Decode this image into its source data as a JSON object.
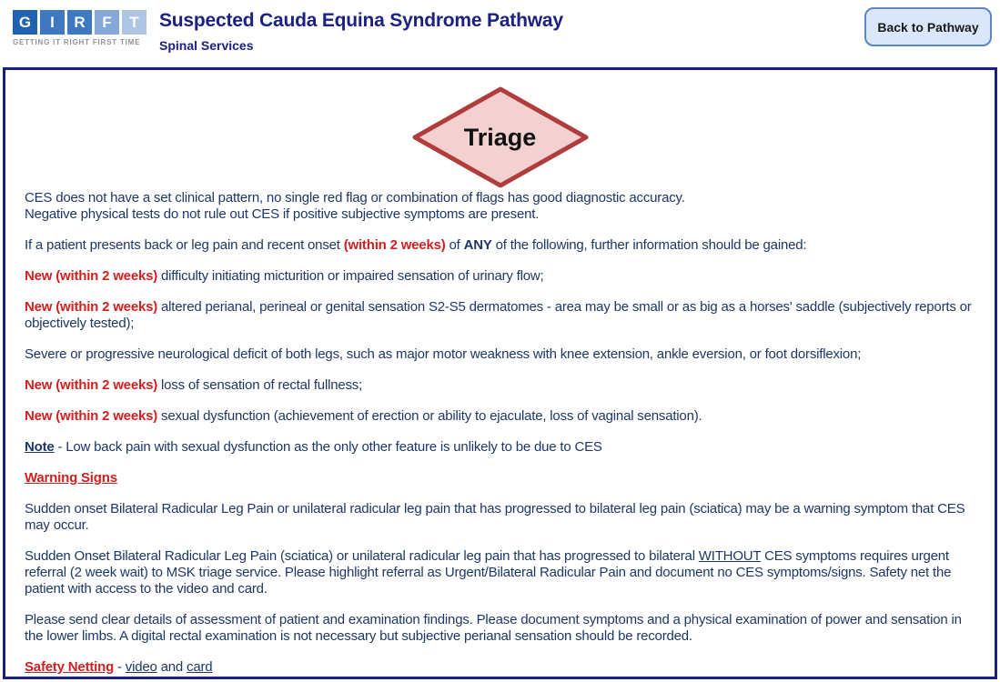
{
  "header": {
    "logo": {
      "letters": [
        "G",
        "I",
        "R",
        "F",
        "T"
      ],
      "letter_colors": [
        "#1e62b0",
        "#3f77c0",
        "#3f77c0",
        "#85a8d8",
        "#aec6e4"
      ],
      "tagline": "GETTING IT RIGHT FIRST TIME"
    },
    "title": "Suspected Cauda Equina Syndrome Pathway",
    "subtitle": "Spinal Services",
    "back_button_label": "Back to Pathway"
  },
  "diagram": {
    "triage_label": "Triage",
    "diamond_fill": "#f3d1d1",
    "diamond_border": "#b13c3c"
  },
  "colors": {
    "title_navy": "#1b2182",
    "body_navy": "#1d3768",
    "alert_red": "#d02020",
    "box_border": "#1b2182",
    "button_bg": "#d9e7f8",
    "button_border": "#5b88c4",
    "tagline_gray": "#8f9399"
  },
  "content": {
    "paragraphs": [
      {
        "segments": [
          {
            "text": "CES does not have a set clinical pattern, no single red flag or combination of flags has good diagnostic accuracy.",
            "style": "plain"
          },
          {
            "br": true
          },
          {
            "text": "Negative physical tests do not rule out CES if positive subjective symptoms are present.",
            "style": "plain"
          }
        ]
      },
      {
        "segments": [
          {
            "text": "If a patient presents back or leg pain and recent onset ",
            "style": "plain"
          },
          {
            "text": "(within 2 weeks)",
            "style": "red-bold"
          },
          {
            "text": " of ",
            "style": "plain"
          },
          {
            "text": "ANY",
            "style": "bold"
          },
          {
            "text": " of the following, further information should be gained:",
            "style": "plain"
          }
        ]
      },
      {
        "segments": [
          {
            "text": "New (within 2 weeks)",
            "style": "red-bold"
          },
          {
            "text": " difficulty initiating micturition or impaired sensation of urinary flow;",
            "style": "plain"
          }
        ]
      },
      {
        "segments": [
          {
            "text": "New (within 2 weeks)",
            "style": "red-bold"
          },
          {
            "text": " altered perianal, perineal or genital sensation S2-S5 dermatomes - area may be small or as big as a horses' saddle (subjectively reports or objectively tested);",
            "style": "plain"
          }
        ]
      },
      {
        "segments": [
          {
            "text": "Severe or progressive neurological deficit of both legs, such as major motor weakness with knee extension, ankle eversion, or foot dorsiflexion;",
            "style": "plain"
          }
        ]
      },
      {
        "segments": [
          {
            "text": "New (within 2 weeks)",
            "style": "red-bold"
          },
          {
            "text": " loss of sensation of rectal fullness;",
            "style": "plain"
          }
        ]
      },
      {
        "segments": [
          {
            "text": "New (within 2 weeks)",
            "style": "red-bold"
          },
          {
            "text": " sexual dysfunction (achievement of erection or ability to ejaculate, loss of vaginal sensation).",
            "style": "plain"
          }
        ]
      },
      {
        "segments": [
          {
            "text": "Note",
            "style": "bold-underline"
          },
          {
            "text": " - Low back pain with sexual dysfunction as the only other feature is unlikely to be due to CES",
            "style": "plain"
          }
        ]
      },
      {
        "segments": [
          {
            "text": "Warning Signs",
            "style": "red-bold-underline"
          }
        ]
      },
      {
        "segments": [
          {
            "text": "Sudden onset Bilateral Radicular Leg Pain or unilateral radicular leg pain that has progressed to bilateral leg pain (sciatica) may be a warning symptom that CES may occur.",
            "style": "plain"
          }
        ]
      },
      {
        "segments": [
          {
            "text": "Sudden Onset Bilateral Radicular Leg Pain (sciatica) or unilateral radicular leg pain that has progressed to bilateral ",
            "style": "plain"
          },
          {
            "text": "WITHOUT",
            "style": "underline"
          },
          {
            "text": " CES symptoms requires urgent referral (2 week wait) to MSK triage service. Please highlight referral as Urgent/Bilateral Radicular Pain and document no CES symptoms/signs. Safety net the patient with access to the video and card.",
            "style": "plain"
          }
        ]
      },
      {
        "segments": [
          {
            "text": "Please send clear details of assessment of patient and examination findings. Please document symptoms and a physical examination of power and sensation in the lower limbs. A digital rectal examination is not necessary but subjective perianal sensation should be recorded.",
            "style": "plain"
          }
        ]
      },
      {
        "segments": [
          {
            "text": "Safety Netting",
            "style": "red-bold-underline"
          },
          {
            "text": " - ",
            "style": "plain"
          },
          {
            "text": "video",
            "style": "link"
          },
          {
            "text": " and ",
            "style": "plain"
          },
          {
            "text": "card",
            "style": "link"
          }
        ]
      }
    ]
  }
}
